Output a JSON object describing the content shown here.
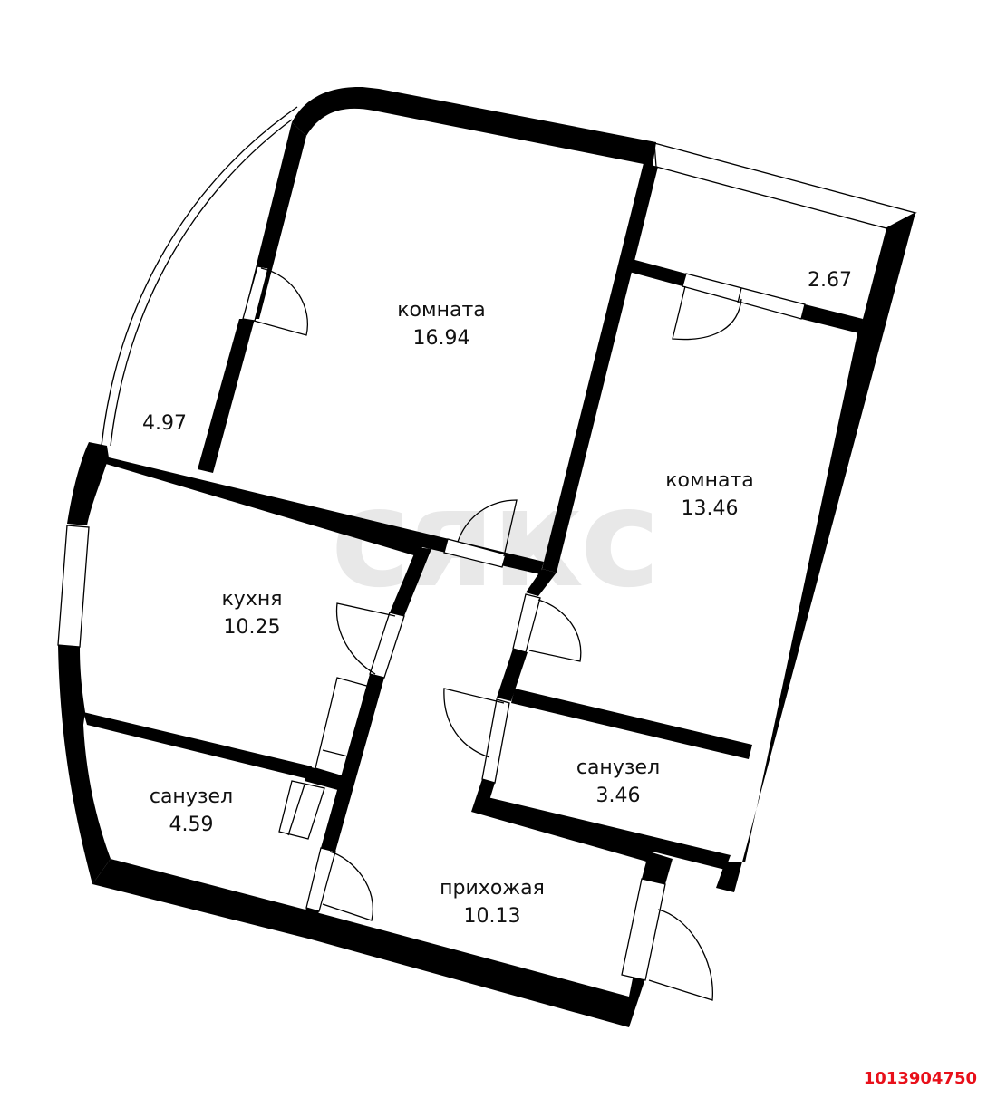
{
  "watermark": {
    "text": "сякс",
    "color": "#e6e6e6"
  },
  "listing_id": {
    "text": "1013904750",
    "color": "#e8101a"
  },
  "rooms": [
    {
      "id": "room-large",
      "name": "комната",
      "area": "16.94"
    },
    {
      "id": "room-right",
      "name": "комната",
      "area": "13.46"
    },
    {
      "id": "kitchen",
      "name": "кухня",
      "area": "10.25"
    },
    {
      "id": "bathroom-left",
      "name": "санузел",
      "area": "4.59"
    },
    {
      "id": "bathroom-right",
      "name": "санузел",
      "area": "3.46"
    },
    {
      "id": "hallway",
      "name": "прихожая",
      "area": "10.13"
    }
  ],
  "balconies": [
    {
      "id": "balcony-left",
      "area": "4.97"
    },
    {
      "id": "balcony-right",
      "area": "2.67"
    }
  ],
  "colors": {
    "wall": "#000000",
    "background": "#ffffff",
    "text": "#111111"
  }
}
